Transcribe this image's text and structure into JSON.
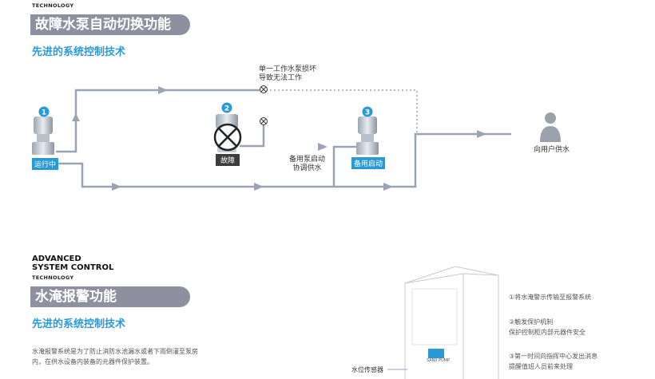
{
  "section1": {
    "technology": "TECHNOLOGY",
    "title": "故障水泵自动切换功能",
    "subtitle": "先进的系统控制技术"
  },
  "diagram": {
    "pump1_number": "1",
    "pump2_number": "2",
    "pump3_number": "3",
    "pump1_status": "运行中",
    "pump2_status": "故障",
    "pump3_status": "备用启动",
    "failure_note": [
      "单一工作水泵损坏",
      "导致无法工作"
    ],
    "backup_note": [
      "备用泵启动",
      "协调供水"
    ],
    "user_label": "向用户供水",
    "colors": {
      "accent": "#2a9ad6",
      "pipe": "#9aa3b3",
      "fault": "#3d3d3d"
    }
  },
  "section2": {
    "heading": [
      "ADVANCED",
      "SYSTEM CONTROL"
    ],
    "technology": "TECHNOLOGY",
    "title": "水淹报警功能",
    "subtitle": "先进的系统控制技术",
    "description": [
      "水淹报警系统是为了防止消防水池漏水或者下雨倒灌至泵房",
      "内，在供水设备内装备的元器件保护装置。"
    ],
    "sensor_label": "水位传感器",
    "cabinet_brand": "SANJI PUMP",
    "steps": [
      [
        "①将水淹警示传输至报警系统"
      ],
      [
        "②触发保护机制",
        "保护控制柜内部元器件安全"
      ],
      [
        "③第一时间向指挥中心发出消息",
        "提醒值班人员前来处理"
      ]
    ]
  }
}
